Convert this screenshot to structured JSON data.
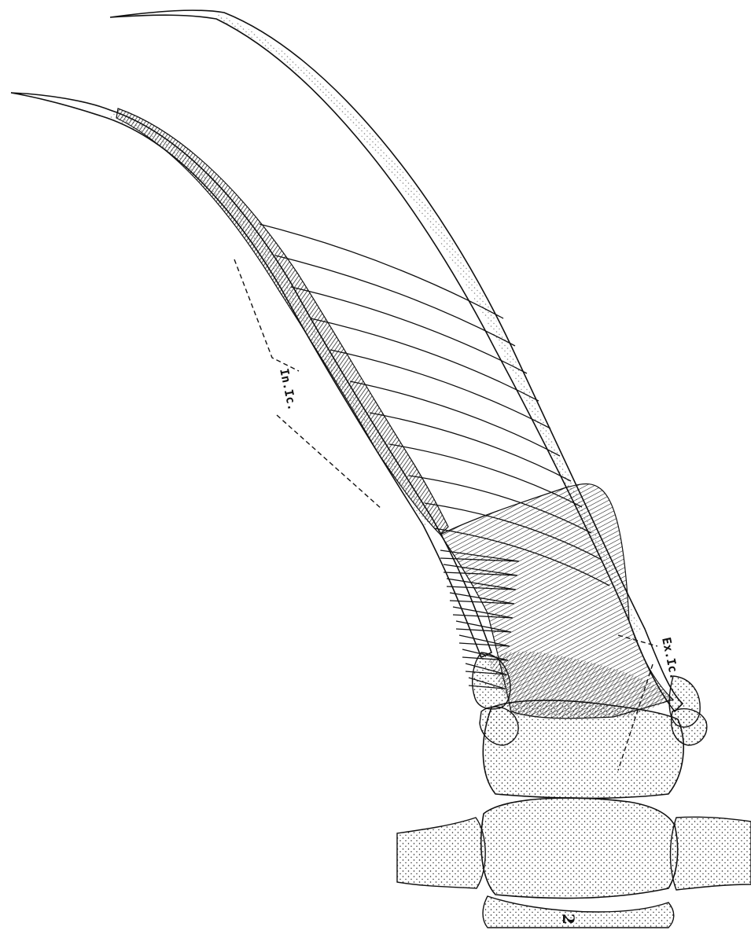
{
  "figure": {
    "labels": {
      "internal_intercostal": "In.Ic.",
      "external_intercostal": "Ex.Ic."
    },
    "figure_number": "2"
  },
  "colors": {
    "ink": "#111111",
    "background": "#ffffff",
    "muscle_fill": "#6a6a6a",
    "bone_fill": "#f4f4f4"
  }
}
